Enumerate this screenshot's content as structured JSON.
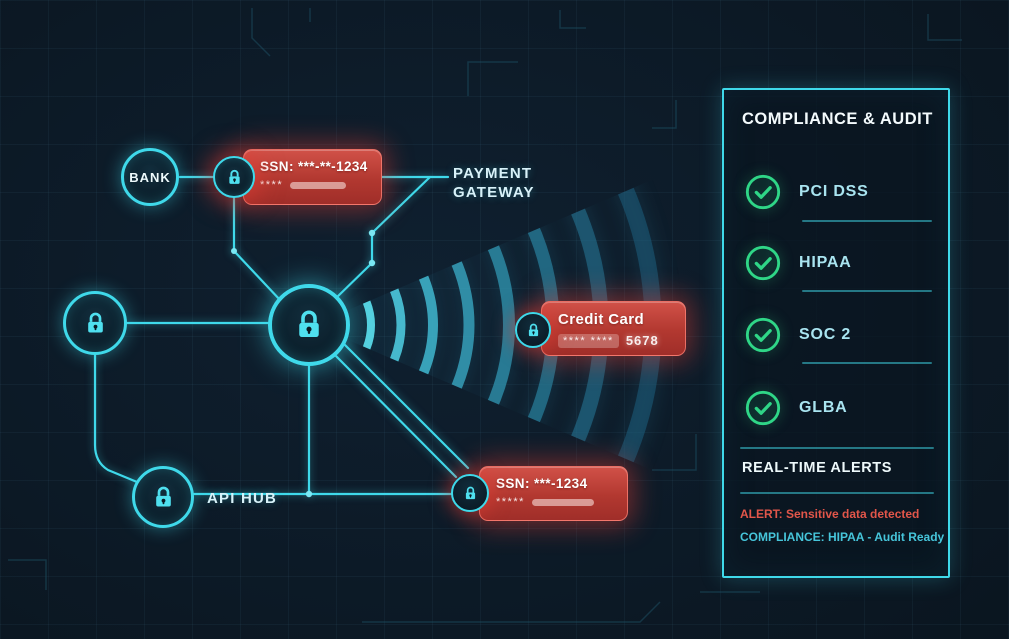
{
  "diagram": {
    "nodes": {
      "bank": {
        "label": "BANK"
      },
      "api_hub": {
        "label": "API HUB"
      },
      "payment_gateway": {
        "line1": "PAYMENT",
        "line2": "GATEWAY"
      }
    },
    "badges": {
      "ssn_top": {
        "line1": "SSN: ***-**-1234",
        "line2": "****"
      },
      "credit_card": {
        "line1": "Credit Card",
        "line2_masked": "**** ****",
        "line2_visible": "5678"
      },
      "ssn_bottom": {
        "line1": "SSN: ***-1234",
        "line2": "*****"
      }
    }
  },
  "panel": {
    "title": "COMPLIANCE & AUDIT",
    "items": [
      {
        "label": "PCI DSS"
      },
      {
        "label": "HIPAA"
      },
      {
        "label": "SOC 2"
      },
      {
        "label": "GLBA"
      }
    ],
    "alerts_title": "REAL-TIME ALERTS",
    "alert_line": "ALERT: Sensitive data detected",
    "compliance_line": "COMPLIANCE: HIPAA - Audit Ready"
  },
  "colors": {
    "background": "#0a141d",
    "accent_cyan": "#3fd9ea",
    "alert_red": "#b23830",
    "success_green": "#2fd687"
  }
}
